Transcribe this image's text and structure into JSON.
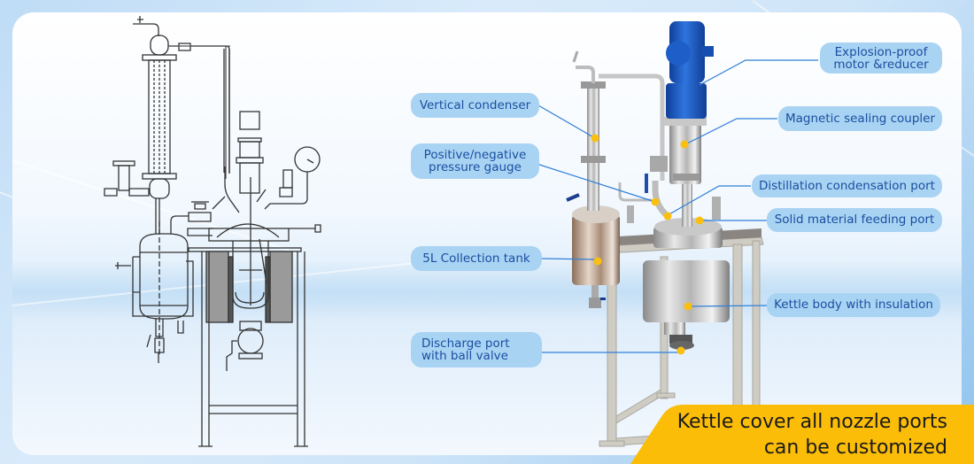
{
  "callouts": {
    "vertical_condenser": "Vertical condenser",
    "pressure_gauge": [
      "Positive/negative",
      "pressure gauge"
    ],
    "collection_tank": "5L Collection tank",
    "discharge_port": [
      "Discharge port",
      "with ball valve"
    ],
    "motor": [
      "Explosion-proof",
      "motor &reducer"
    ],
    "magnetic_coupler": "Magnetic sealing coupler",
    "distillation_port": "Distillation condensation port",
    "feeding_port": "Solid material feeding port",
    "kettle_body": "Kettle body with insulation"
  },
  "banner": {
    "line1": "Kettle cover all nozzle ports",
    "line2": "can be customized"
  },
  "colors": {
    "label_bg": "#a9d3f3",
    "label_text": "#1a4fa0",
    "leader_line": "#2f7fd8",
    "dot": "#fbbf10",
    "banner": "#fbbd08",
    "motor_blue": "#1f5fc4"
  }
}
